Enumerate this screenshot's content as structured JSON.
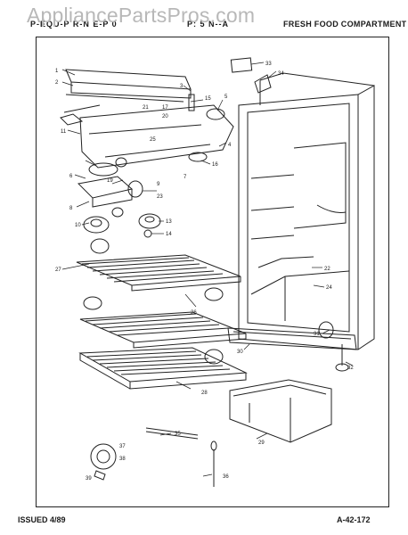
{
  "header": {
    "left": "P-EQU-P R-N E-P 0",
    "mid": "P: 5 N--A",
    "right": "FRESH FOOD COMPARTMENT"
  },
  "watermark": "AppliancePartsPros.com",
  "footer": {
    "issued": "ISSUED 4/89",
    "code": "A-42-172"
  },
  "callouts": [
    "1",
    "2",
    "3",
    "4",
    "5",
    "6",
    "7",
    "8",
    "9",
    "10",
    "11",
    "13",
    "14",
    "15",
    "16",
    "17",
    "19",
    "20",
    "21",
    "22",
    "23",
    "24",
    "25",
    "26",
    "27",
    "28",
    "29",
    "30",
    "31",
    "32",
    "33",
    "34",
    "35",
    "36",
    "37",
    "38",
    "39"
  ]
}
